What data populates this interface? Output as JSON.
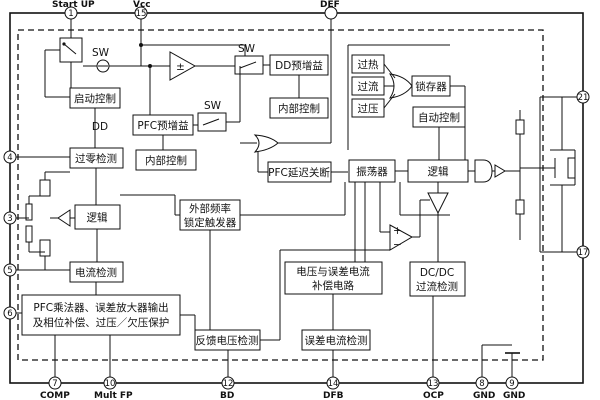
{
  "pins": {
    "start_up": {
      "label": "Start UP",
      "num": "1"
    },
    "vcc": {
      "label": "Vcc",
      "num": "15"
    },
    "def": {
      "label": "DEF",
      "num": ""
    },
    "zcd": {
      "label": "",
      "num": "4"
    },
    "p3": {
      "label": "",
      "num": "3"
    },
    "p5": {
      "label": "",
      "num": "5"
    },
    "p6": {
      "label": "",
      "num": "6"
    },
    "comp": {
      "label": "COMP",
      "num": "7"
    },
    "mult_fp": {
      "label": "Mult FP",
      "num": "10"
    },
    "bd": {
      "label": "BD",
      "num": "12"
    },
    "dfb": {
      "label": "DFB",
      "num": "14"
    },
    "ocp": {
      "label": "OCP",
      "num": "13"
    },
    "gnd1": {
      "label": "GND",
      "num": "8"
    },
    "gnd2": {
      "label": "GND",
      "num": "9"
    },
    "out21": {
      "label": "",
      "num": "21"
    },
    "out17": {
      "label": "",
      "num": "17"
    }
  },
  "blocks": {
    "startup_ctrl": "启动控制",
    "dd_label": "DD",
    "zero_cross": "过零检测",
    "logic_left": "逻辑",
    "current_detect": "电流检测",
    "pfc_mult_l1": "PFC乘法器、误差放大器输出",
    "pfc_mult_l2": "及相位补偿、过压／欠压保护",
    "pfc_gain": "PFC预增益",
    "internal_ctrl_1": "内部控制",
    "dd_gain": "DD预增益",
    "internal_ctrl_2": "内部控制",
    "overheat": "过热",
    "overcurrent": "过流",
    "overvoltage": "过压",
    "latch": "锁存器",
    "auto_ctrl": "自动控制",
    "pfc_delay": "PFC延迟关断",
    "oscillator": "振荡器",
    "logic_right": "逻辑",
    "ext_freq_l1": "外部频率",
    "ext_freq_l2": "锁定触发器",
    "volt_err_l1": "电压与误差电流",
    "volt_err_l2": "补偿电路",
    "dcdc_l1": "DC/DC",
    "dcdc_l2": "过流检测",
    "fb_voltage": "反馈电压检测",
    "err_current": "误差电流检测"
  },
  "switches": {
    "sw1": "SW",
    "sw2": "SW",
    "sw3": "SW"
  }
}
